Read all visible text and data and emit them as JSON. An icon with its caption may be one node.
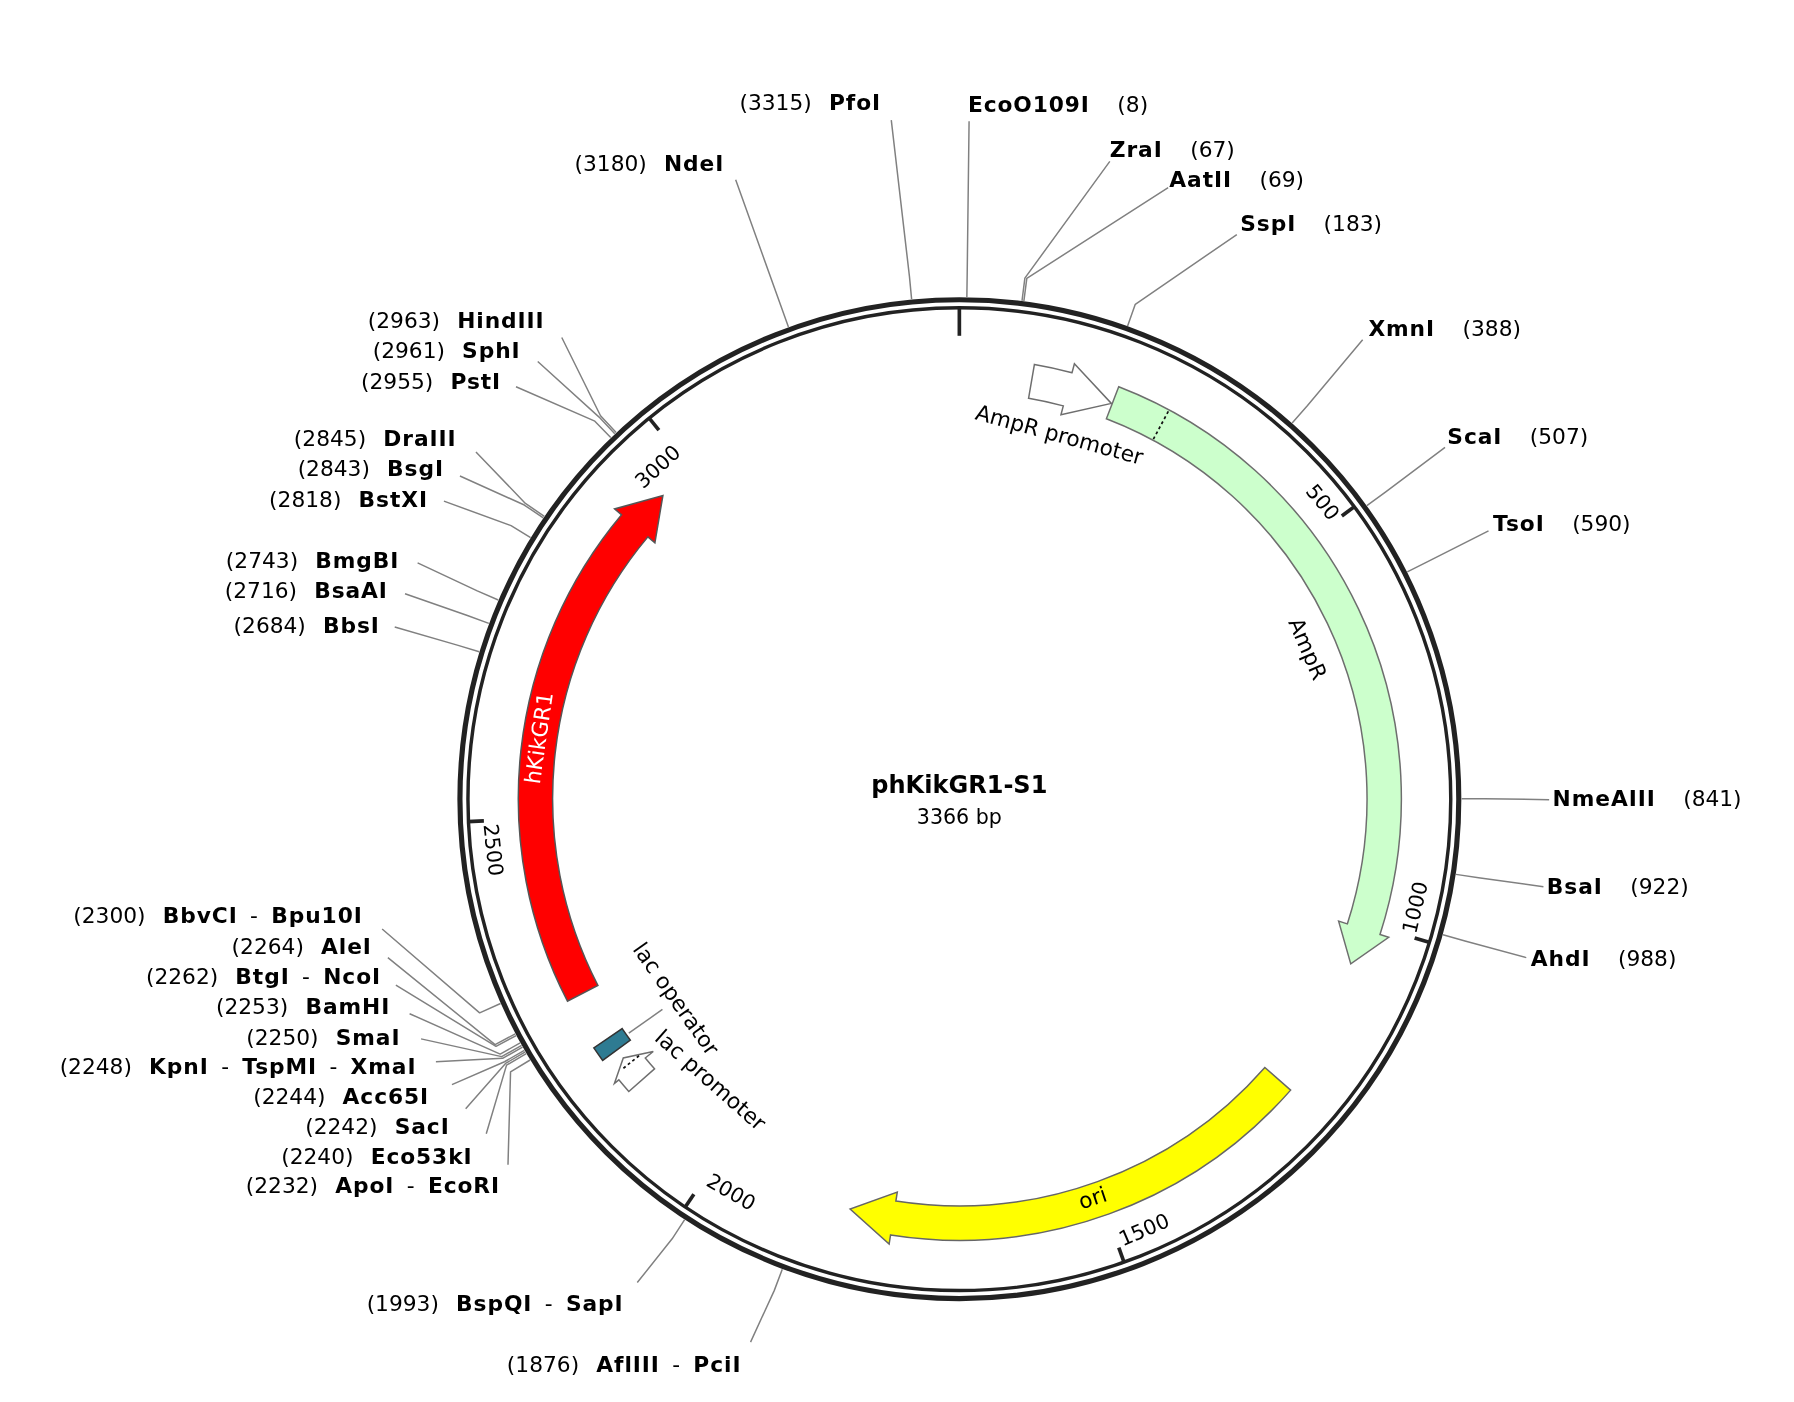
{
  "diagram": {
    "title": "phKikGR1-S1",
    "nodes": [
      {
        "text": [
          "(3315)",
          "PfoI"
        ]
      },
      {
        "text": [
          "EcoO109I",
          "(8)"
        ]
      },
      {
        "text": [
          "ZraI",
          "(67)"
        ]
      },
      {
        "text": [
          "(3180)",
          "NdeI"
        ]
      },
      {
        "text": [
          "AatII",
          "(69)"
        ]
      },
      {
        "text": [
          "SspI",
          "(183)"
        ]
      },
      {
        "text": [
          "(2963)",
          "HindIII"
        ]
      },
      {
        "text": [
          "XmnI",
          "(388)"
        ]
      },
      {
        "text": [
          "(2961)",
          "SphI"
        ]
      },
      {
        "text": [
          "(2955)",
          "PstI"
        ]
      },
      {
        "text": [],
        "shape": "arrow",
        "beside": [
          "AmpR promoter"
        ]
      },
      {
        "text": [],
        "shape": "arrow",
        "beside": [
          "AmpR"
        ]
      },
      {
        "text": [
          "ScaI",
          "(507)"
        ]
      },
      {
        "text": [
          "(2845)",
          "DraIII"
        ]
      },
      {
        "text": [
          "(2843)",
          "BsgI"
        ]
      },
      {
        "text": [
          "(2818)",
          "BstXI"
        ]
      },
      {
        "text": [
          "hKikGR1"
        ]
      },
      {
        "text": [
          "TsoI",
          "(590)"
        ]
      },
      {
        "text": [
          "(2743)",
          "BmgBI"
        ]
      },
      {
        "text": [
          "(2716)",
          "BsaAI"
        ]
      },
      {
        "text": [
          "(2684)",
          "BbsI"
        ]
      },
      {
        "text": [
          "NmeAIII",
          "(841)"
        ]
      },
      {
        "text": [
          "BsaI",
          "(922)"
        ]
      },
      {
        "text": [
          "(2300)",
          "**BbvCI** - **Bpu10I**"
        ]
      },
      {
        "text": [
          "(2264)",
          "AleI"
        ]
      },
      {
        "text": [
          "lac operator"
        ]
      },
      {
        "text": [
          "AhdI",
          "(988)"
        ]
      },
      {
        "text": [
          "(2262)",
          "**BtgI** - **NcoI**"
        ]
      },
      {
        "text": [
          "(2253)",
          "BamHI"
        ]
      },
      {
        "text": [],
        "shape": "box"
      },
      {
        "text": [
          "(2250)",
          "SmaI"
        ]
      },
      {
        "text": [],
        "shape": "arrow",
        "beside": [
          "lac promoter"
        ]
      },
      {
        "text": [
          "(2248)",
          "**KpnI** - **TspMI** - **XmaI**"
        ]
      },
      {
        "text": [
          "ori"
        ]
      },
      {
        "text": [
          "(2244)",
          "Acc65I"
        ]
      },
      {
        "text": [
          "(2242)",
          "SacI"
        ]
      },
      {
        "text": [
          "(2240)",
          "Eco53kI"
        ]
      },
      {
        "text": [
          "(2232)",
          "**ApoI** - **EcoRI**"
        ]
      },
      {
        "text": [
          "(1993)",
          "**BspQI** - **SapI**"
        ]
      },
      {
        "text": [
          "(1876)",
          "**AflIII** - **PciI**"
        ]
      }
    ],
    "edges": [
      {
        "from": 0,
        "to": null,
        "arrow": "none"
      },
      {
        "from": 1,
        "to": null,
        "arrow": "none"
      },
      {
        "from": 2,
        "to": null,
        "arrow": "none"
      },
      {
        "from": 3,
        "to": null,
        "arrow": "none"
      },
      {
        "from": 4,
        "to": null,
        "arrow": "none"
      },
      {
        "from": 5,
        "to": null,
        "arrow": "none"
      },
      {
        "from": 6,
        "to": null,
        "arrow": "none"
      },
      {
        "from": 7,
        "to": null,
        "arrow": "none"
      },
      {
        "from": 8,
        "to": null,
        "arrow": "none"
      },
      {
        "from": 9,
        "to": null,
        "arrow": "none"
      },
      {
        "from": 12,
        "to": null,
        "arrow": "none"
      },
      {
        "from": 13,
        "to": null,
        "arrow": "none"
      },
      {
        "from": 14,
        "to": null,
        "arrow": "none"
      },
      {
        "from": 15,
        "to": null,
        "arrow": "none"
      },
      {
        "from": 17,
        "to": null,
        "arrow": "none"
      },
      {
        "from": 18,
        "to": null,
        "arrow": "none"
      },
      {
        "from": 19,
        "to": null,
        "arrow": "none"
      },
      {
        "from": 20,
        "to": null,
        "arrow": "none"
      },
      {
        "from": 21,
        "to": null,
        "arrow": "none"
      },
      {
        "from": 22,
        "to": null,
        "arrow": "none"
      },
      {
        "from": 23,
        "to": null,
        "arrow": "none"
      },
      {
        "from": 24,
        "to": null,
        "arrow": "none"
      },
      {
        "from": 25,
        "to": 29,
        "arrow": "none"
      },
      {
        "from": 26,
        "to": null,
        "arrow": "none"
      },
      {
        "from": 27,
        "to": null,
        "arrow": "none"
      },
      {
        "from": 28,
        "to": null,
        "arrow": "none"
      },
      {
        "from": 30,
        "to": null,
        "arrow": "none"
      },
      {
        "from": 32,
        "to": null,
        "arrow": "none"
      },
      {
        "from": 34,
        "to": null,
        "arrow": "none"
      },
      {
        "from": 35,
        "to": null,
        "arrow": "none"
      },
      {
        "from": 36,
        "to": null,
        "arrow": "none"
      },
      {
        "from": 37,
        "to": null,
        "arrow": "none"
      },
      {
        "from": 38,
        "to": null,
        "arrow": "none"
      },
      {
        "from": 39,
        "to": null,
        "arrow": "none"
      }
    ],
    "labels": [
      "3000",
      "500",
      "3366 bp",
      "2500",
      "1000",
      "2000",
      "1500"
    ]
  }
}
